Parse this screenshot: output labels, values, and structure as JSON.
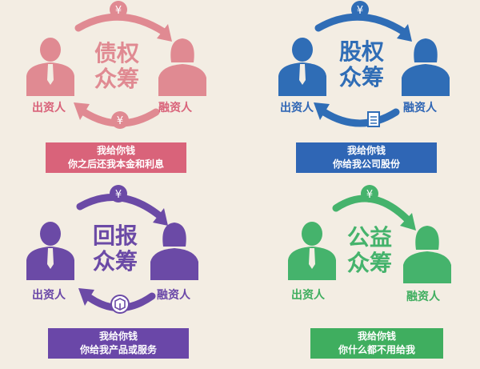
{
  "colors": {
    "debt": "#e08a92",
    "debt_box": "#d9637a",
    "equity": "#2f6db6",
    "equity_box": "#2f66b5",
    "reward": "#6b4aa6",
    "reward_box": "#6a47a8",
    "charity": "#45b36c",
    "charity_box": "#3fae5f"
  },
  "quadrants": [
    {
      "key": "debt",
      "title_line1": "债权",
      "title_line2": "众筹",
      "investor": "出资人",
      "financier": "融资人",
      "caption_line1": "我给你钱",
      "caption_line2": "你之后还我本金和利息",
      "top_icon": "yen-coin-icon",
      "bottom_icon": "yen-coin-icon"
    },
    {
      "key": "equity",
      "title_line1": "股权",
      "title_line2": "众筹",
      "investor": "出资人",
      "financier": "融资人",
      "caption_line1": "我给你钱",
      "caption_line2": "你给我公司股份",
      "top_icon": "yen-coin-icon",
      "bottom_icon": "document-icon"
    },
    {
      "key": "reward",
      "title_line1": "回报",
      "title_line2": "众筹",
      "investor": "出资人",
      "financier": "融资人",
      "caption_line1": "我给你钱",
      "caption_line2": "你给我产品或服务",
      "top_icon": "yen-coin-icon",
      "bottom_icon": "box-icon"
    },
    {
      "key": "charity",
      "title_line1": "公益",
      "title_line2": "众筹",
      "investor": "出资人",
      "financier": "融资人",
      "caption_line1": "我给你钱",
      "caption_line2": "你什么都不用给我",
      "top_icon": "yen-coin-icon",
      "bottom_icon": ""
    }
  ]
}
